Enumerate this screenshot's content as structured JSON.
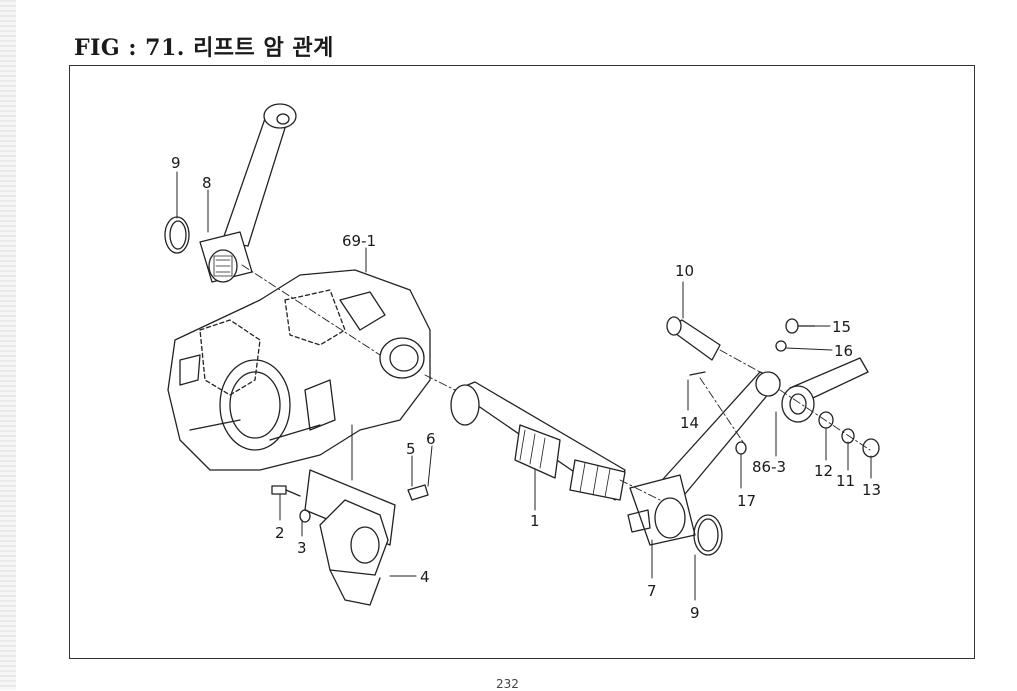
{
  "figure": {
    "title": "FIG : 71. 리프트 암 관계",
    "page_number": "232"
  },
  "callouts": [
    {
      "id": "c9a",
      "label": "9"
    },
    {
      "id": "c8",
      "label": "8"
    },
    {
      "id": "c69",
      "label": "69-1"
    },
    {
      "id": "c10",
      "label": "10"
    },
    {
      "id": "c15",
      "label": "15"
    },
    {
      "id": "c16",
      "label": "16"
    },
    {
      "id": "c14",
      "label": "14"
    },
    {
      "id": "c6",
      "label": "6"
    },
    {
      "id": "c5",
      "label": "5"
    },
    {
      "id": "c863",
      "label": "86-3"
    },
    {
      "id": "c12",
      "label": "12"
    },
    {
      "id": "c11",
      "label": "11"
    },
    {
      "id": "c13",
      "label": "13"
    },
    {
      "id": "c17",
      "label": "17"
    },
    {
      "id": "c1",
      "label": "1"
    },
    {
      "id": "c2",
      "label": "2"
    },
    {
      "id": "c3",
      "label": "3"
    },
    {
      "id": "c4",
      "label": "4"
    },
    {
      "id": "c7",
      "label": "7"
    },
    {
      "id": "c9b",
      "label": "9"
    }
  ]
}
